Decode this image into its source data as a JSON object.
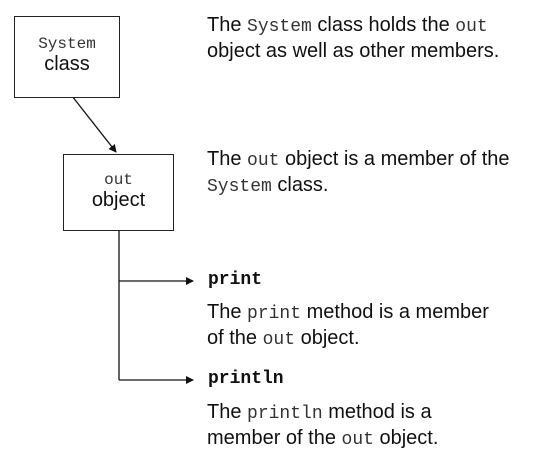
{
  "system_box": {
    "line1": "System",
    "line2": "class"
  },
  "out_box": {
    "line1": "out",
    "line2": "object"
  },
  "desc_system": {
    "p1": "The ",
    "code1": "System",
    "p2": " class holds the ",
    "code2": "out",
    "p3": " object as well as other members."
  },
  "desc_out": {
    "p1": "The ",
    "code1": "out",
    "p2": " object is a member of the ",
    "code2": "System",
    "p3": " class."
  },
  "print": {
    "name": "print",
    "p1": "The ",
    "code1": "print",
    "p2": " method is a member of the ",
    "code2": "out",
    "p3": " object."
  },
  "println": {
    "name": "println",
    "p1": "The ",
    "code1": "println",
    "p2": " method is a member of the ",
    "code2": "out",
    "p3": " object."
  }
}
